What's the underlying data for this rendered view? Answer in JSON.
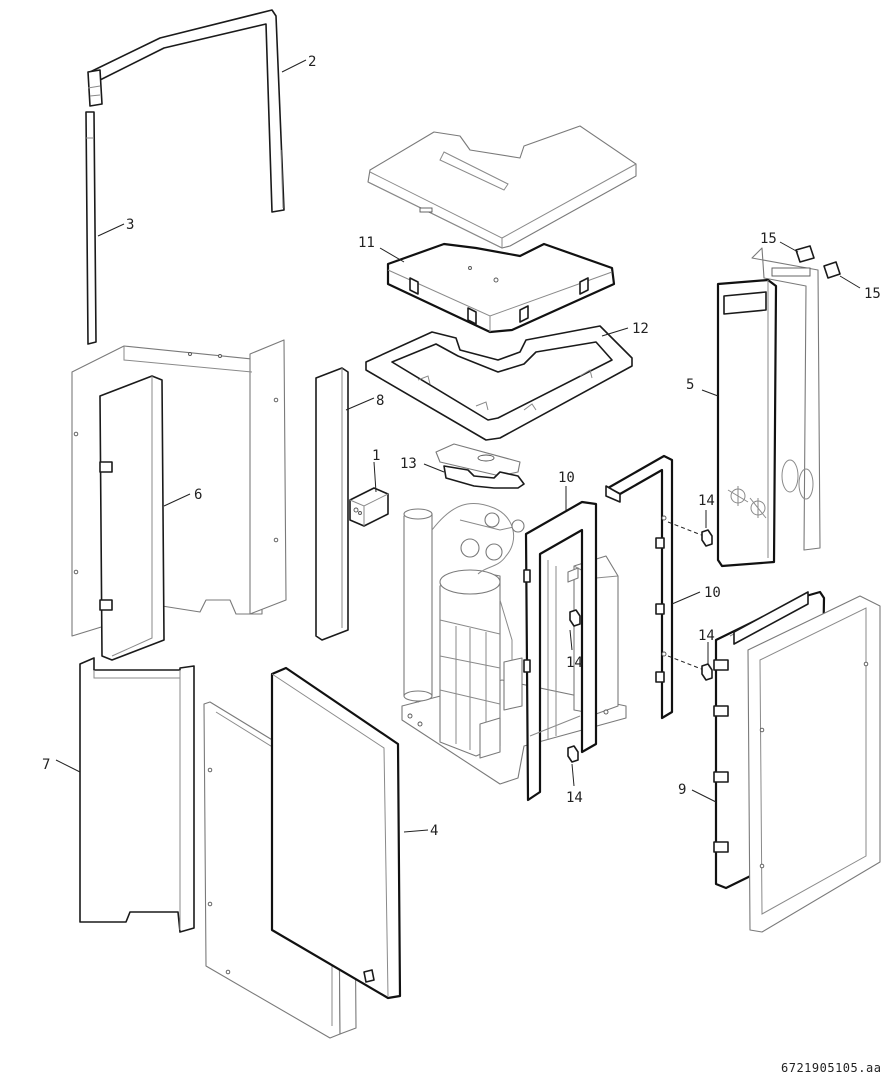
{
  "labels": {
    "p1": "1",
    "p2": "2",
    "p3": "3",
    "p4": "4",
    "p5": "5",
    "p6": "6",
    "p7": "7",
    "p8": "8",
    "p9": "9",
    "p10a": "10",
    "p10b": "10",
    "p11": "11",
    "p12": "12",
    "p13": "13",
    "p14a": "14",
    "p14b": "14",
    "p14c": "14",
    "p14d": "14",
    "p15a": "15",
    "p15b": "15"
  },
  "reference": "6721905105.aa"
}
